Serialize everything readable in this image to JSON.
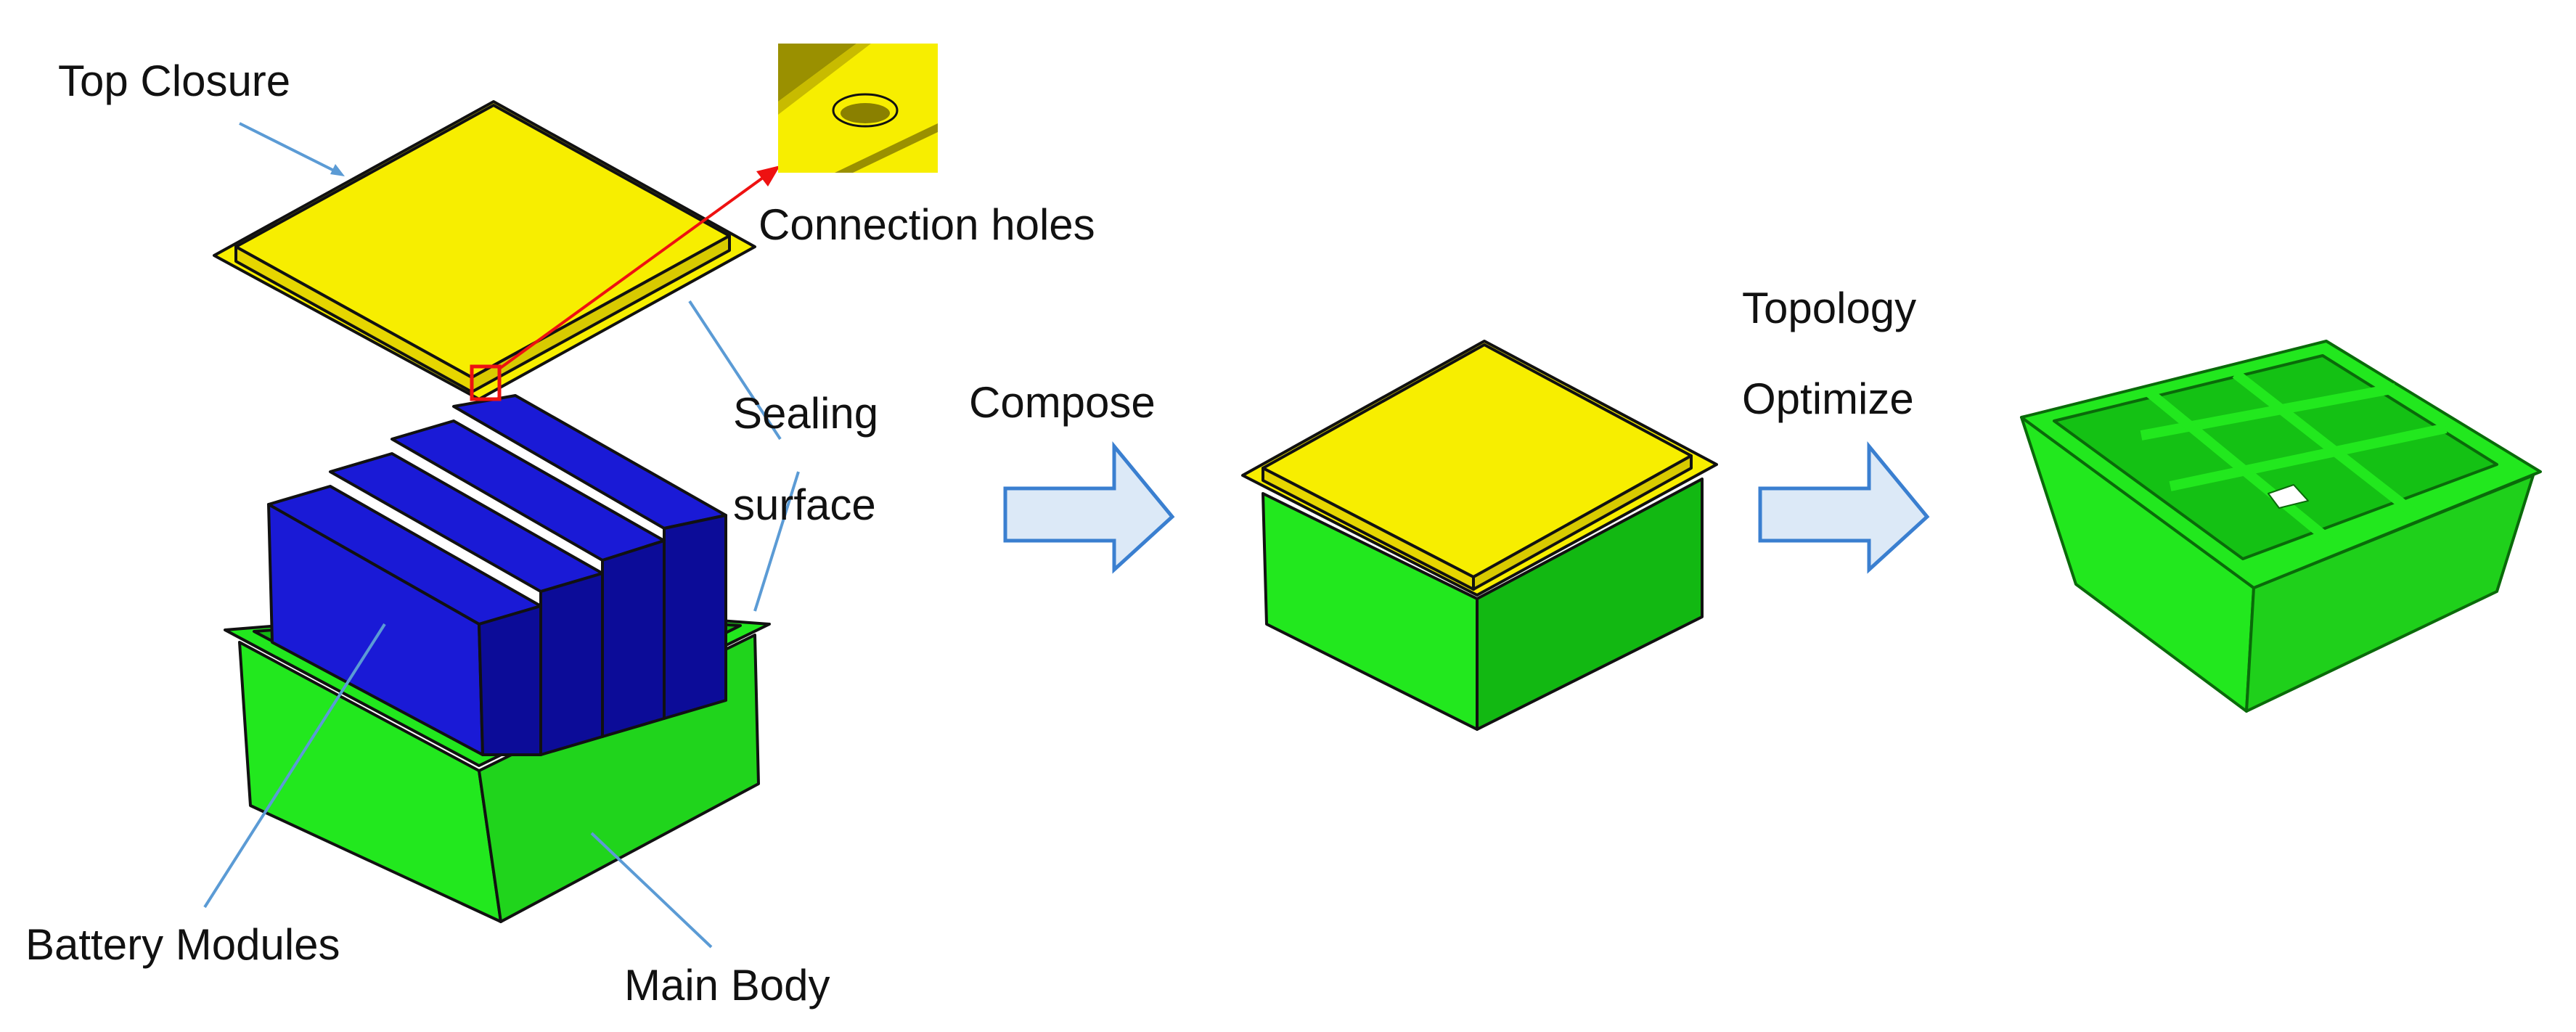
{
  "labels": {
    "top_closure": "Top Closure",
    "connection_holes": "Connection holes",
    "sealing_line1": "Sealing",
    "sealing_line2": "surface",
    "compose": "Compose",
    "topology_line1": "Topology",
    "topology_line2": "Optimize",
    "battery_modules": "Battery Modules",
    "main_body": "Main Body"
  },
  "colors": {
    "closure_yellow": "#f7ee00",
    "closure_rim": "#e6d600",
    "body_green": "#22e81e",
    "body_green_dark": "#12b812",
    "module_blue": "#1a1ad6",
    "module_blue_dark": "#0c0c98",
    "arrow_fill": "#dce9f7",
    "arrow_stroke": "#3a7fd0",
    "leader_line": "#5b9bd5",
    "highlight_red": "#ee1111"
  }
}
